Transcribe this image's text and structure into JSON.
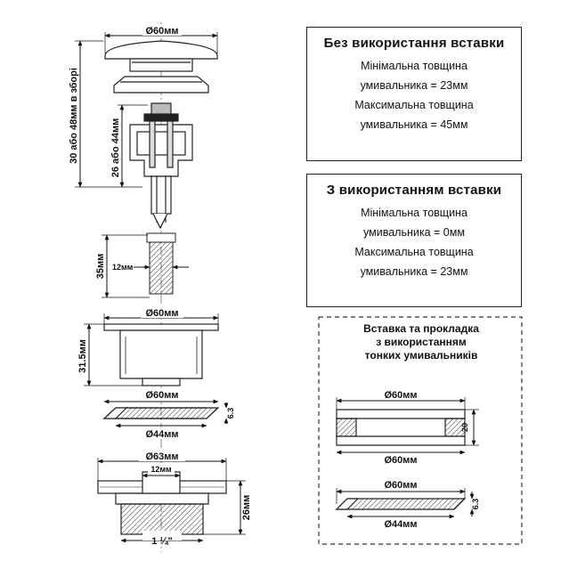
{
  "box_without_insert": {
    "title": "Без використання вставки",
    "lines": [
      "Мінімальна товщина",
      "умивальника = 23мм",
      "Максимальна товщина",
      "умивальника = 45мм"
    ]
  },
  "box_with_insert": {
    "title": "З використанням вставки",
    "lines": [
      "Мінімальна товщина",
      "умивальника = 0мм",
      "Максимальна товщина",
      "умивальника = 23мм"
    ]
  },
  "insert_panel": {
    "title_lines": [
      "Вставка та прокладка",
      "з використанням",
      "тонких умивальників"
    ],
    "dims": {
      "insert_top": "Ø60мм",
      "insert_height": "20",
      "insert_bottom": "Ø60мм",
      "gasket_outer": "Ø60мм",
      "gasket_thickness": "6.3",
      "gasket_inner": "Ø44мм"
    }
  },
  "left_dims": {
    "cap_diameter": "Ø60мм",
    "assembly_height": "30 або 48мм в зборі",
    "stem_height": "26 або 44мм",
    "thread_length": "35мм",
    "thread_diameter": "12мм",
    "flange_top": "Ø60мм",
    "flange_height": "31.5мм",
    "flange_bottom": "Ø60мм",
    "gasket_inner": "Ø44мм",
    "gasket_thickness": "6.3",
    "body_outer": "Ø63мм",
    "body_hole": "12мм",
    "body_height": "26мм",
    "thread_size": "1 ¼\""
  }
}
